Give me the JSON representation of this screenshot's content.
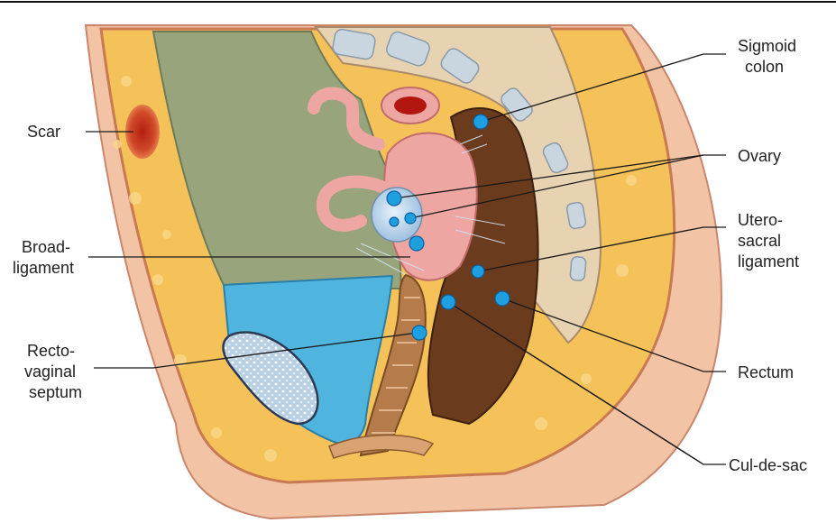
{
  "labels": {
    "scar": "Scar",
    "broad_ligament_1": "Broad-",
    "broad_ligament_2": "ligament",
    "rectovaginal_1": "Recto-",
    "rectovaginal_2": "vaginal",
    "rectovaginal_3": "septum",
    "sigmoid_1": "Sigmoid",
    "sigmoid_2": "colon",
    "ovary": "Ovary",
    "uterosacral_1": "Utero-",
    "uterosacral_2": "sacral",
    "uterosacral_3": "ligament",
    "rectum": "Rectum",
    "cul_de_sac": "Cul-de-sac"
  },
  "colors": {
    "skin": "#f2c3a4",
    "fat": "#f5c25a",
    "abdominal_cavity": "#97a47c",
    "bladder": "#4fb5de",
    "uterus": "#eea6a3",
    "rectum": "#6b3b1e",
    "vagina": "#b57b4a",
    "marker": "#1e9fe0",
    "scar": "#c83a22"
  }
}
